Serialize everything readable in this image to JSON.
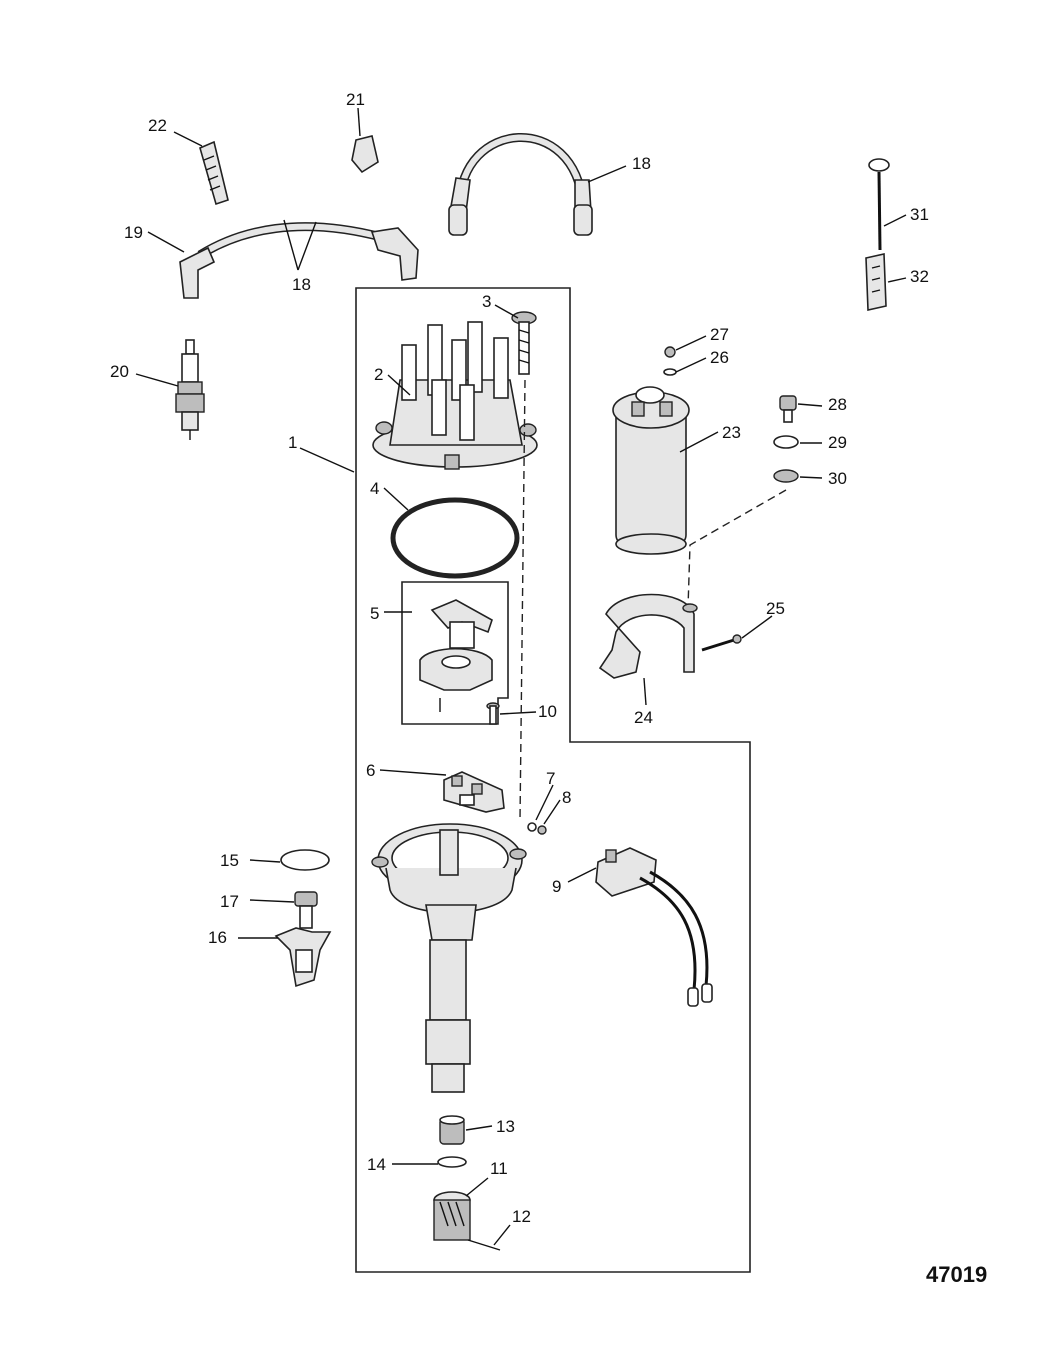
{
  "figure_number": "47019",
  "callouts": [
    "1",
    "2",
    "3",
    "4",
    "5",
    "6",
    "7",
    "8",
    "9",
    "10",
    "11",
    "12",
    "13",
    "14",
    "15",
    "16",
    "17",
    "18",
    "19",
    "20",
    "21",
    "22",
    "23",
    "24",
    "25",
    "26",
    "27",
    "28",
    "29",
    "30",
    "31",
    "32"
  ],
  "callout_18_second": "18"
}
